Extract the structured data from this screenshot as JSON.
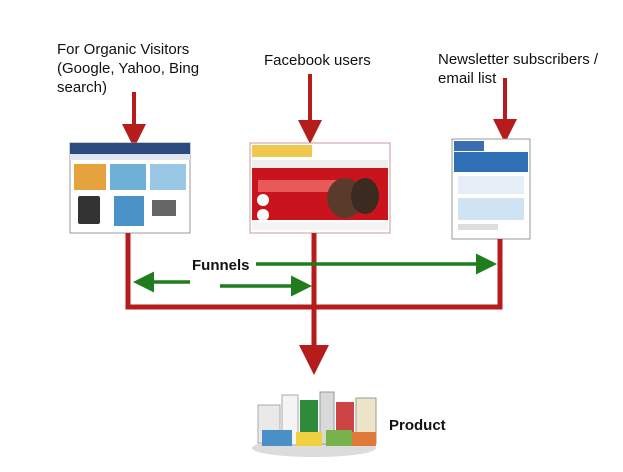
{
  "sources": {
    "organic": {
      "line1": "For Organic Visitors",
      "line2": "(Google, Yahoo, Bing",
      "line3": "search)"
    },
    "facebook": {
      "label": "Facebook users"
    },
    "newsletter": {
      "line1": "Newsletter subscribers /",
      "line2": "email list"
    }
  },
  "funnels": {
    "label": "Funnels"
  },
  "product": {
    "label": "Product"
  },
  "colors": {
    "red_arrow": "#b51c1c",
    "green_arrow": "#1f7d1f"
  }
}
